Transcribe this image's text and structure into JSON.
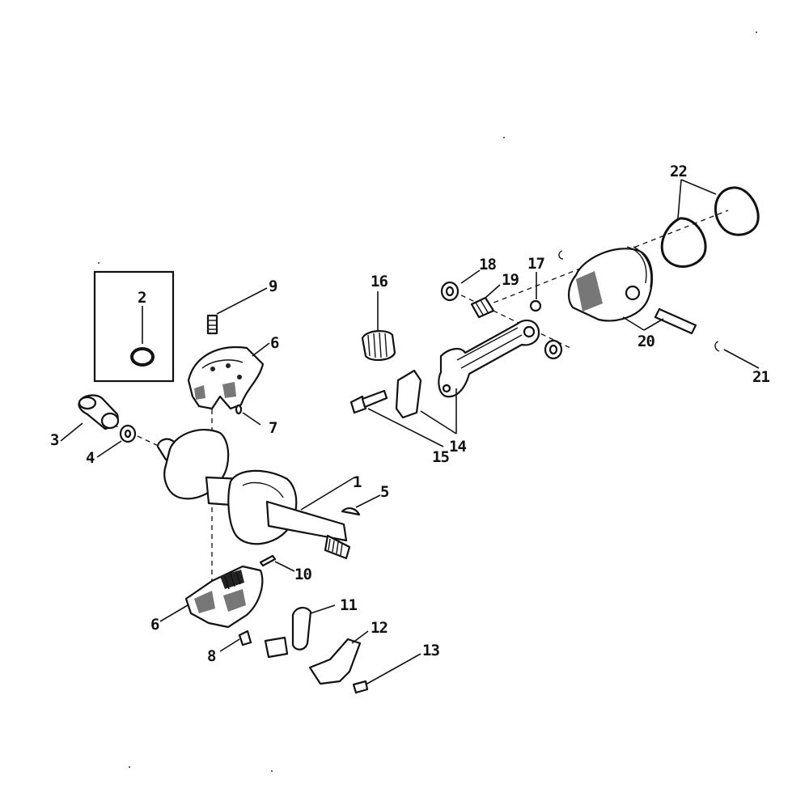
{
  "diagram": {
    "callouts": [
      {
        "id": "1",
        "label": "1"
      },
      {
        "id": "2",
        "label": "2"
      },
      {
        "id": "3",
        "label": "3"
      },
      {
        "id": "4",
        "label": "4"
      },
      {
        "id": "5",
        "label": "5"
      },
      {
        "id": "6a",
        "label": "6"
      },
      {
        "id": "6b",
        "label": "6"
      },
      {
        "id": "7",
        "label": "7"
      },
      {
        "id": "8",
        "label": "8"
      },
      {
        "id": "9",
        "label": "9"
      },
      {
        "id": "10",
        "label": "10"
      },
      {
        "id": "11",
        "label": "11"
      },
      {
        "id": "12",
        "label": "12"
      },
      {
        "id": "13",
        "label": "13"
      },
      {
        "id": "14",
        "label": "14"
      },
      {
        "id": "15",
        "label": "15"
      },
      {
        "id": "16",
        "label": "16"
      },
      {
        "id": "17",
        "label": "17"
      },
      {
        "id": "18",
        "label": "18"
      },
      {
        "id": "19",
        "label": "19"
      },
      {
        "id": "20",
        "label": "20"
      },
      {
        "id": "21",
        "label": "21"
      },
      {
        "id": "22",
        "label": "22"
      }
    ]
  }
}
